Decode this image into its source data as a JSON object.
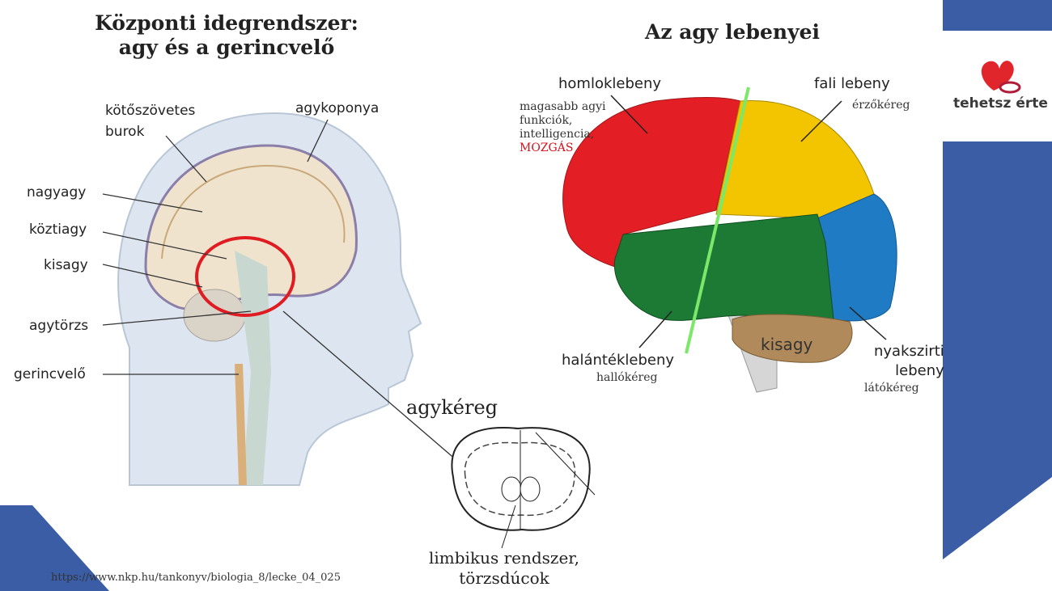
{
  "left_title": {
    "line1": "Központi idegrendszer:",
    "line2": "agy és a gerincvelő"
  },
  "right_title": "Az agy lebenyei",
  "head_labels": {
    "burok": "kötőszövetes\nburok",
    "agykoponya": "agykoponya",
    "nagyagy": "nagyagy",
    "koztiagy": "köztiagy",
    "kisagy": "kisagy",
    "agytorzs": "agytörzs",
    "gerincvelo": "gerincvelő"
  },
  "section_labels": {
    "agykereg": "agykéreg",
    "limbikus": "limbikus rendszer,\ntörzsdúcok"
  },
  "lobes": {
    "homlok": {
      "name": "homloklebeny",
      "desc": "magasabb agyi\nfunkciók,\nintelligencia,",
      "highlight": "MOZGÁS"
    },
    "fali": {
      "name": "fali lebeny",
      "desc": "érzőkéreg"
    },
    "halanték": {
      "name": "halántéklebeny",
      "desc": "hallókéreg"
    },
    "nyakszirti": {
      "name": "nyakszirti\nlebeny",
      "desc": "látókéreg"
    },
    "kisagy": {
      "name": "kisagy"
    }
  },
  "logo": {
    "text": "tehetsz érte"
  },
  "source_url": "https://www.nkp.hu/tankonyv/biologia_8/lecke_04_025",
  "colors": {
    "accent_blue": "#3a5da6",
    "frontal": "#e31e24",
    "parietal": "#f2c500",
    "temporal": "#1d7a35",
    "occipital": "#1f7bc4",
    "cerebellum": "#b08a5a",
    "highlight": "#d0121b",
    "divider": "#7be86a"
  }
}
